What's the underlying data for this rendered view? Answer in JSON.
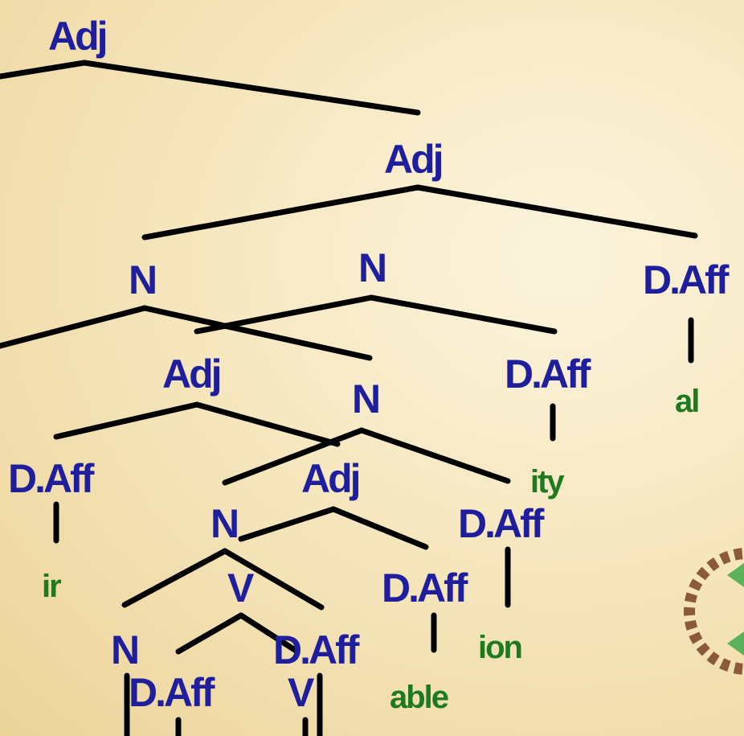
{
  "tree": {
    "n_adj_top": "Adj",
    "n_adj_mid": "Adj",
    "n_n_left": "N",
    "n_n_mid": "N",
    "n_daff_right": "D.Aff",
    "leaf_al": "al",
    "n_adj_inner": "Adj",
    "n_n_inner": "N",
    "n_daff_ity": "D.Aff",
    "leaf_ity": "ity",
    "n_daff_ir": "D.Aff",
    "leaf_ir": "ir",
    "n_adj_low": "Adj",
    "n_n_low": "N",
    "n_daff_ion": "D.Aff",
    "leaf_ion": "ion",
    "n_v": "V",
    "n_daff_able": "D.Aff",
    "leaf_able": "able",
    "n_n_bottom": "N",
    "n_daff_bottom": "D.Aff",
    "n_daff_bottom_left": "D.Aff",
    "n_v_bottom": "V"
  },
  "colors": {
    "node": "#1f1f9e",
    "leaf": "#1f7a1f",
    "edge": "#000000"
  }
}
